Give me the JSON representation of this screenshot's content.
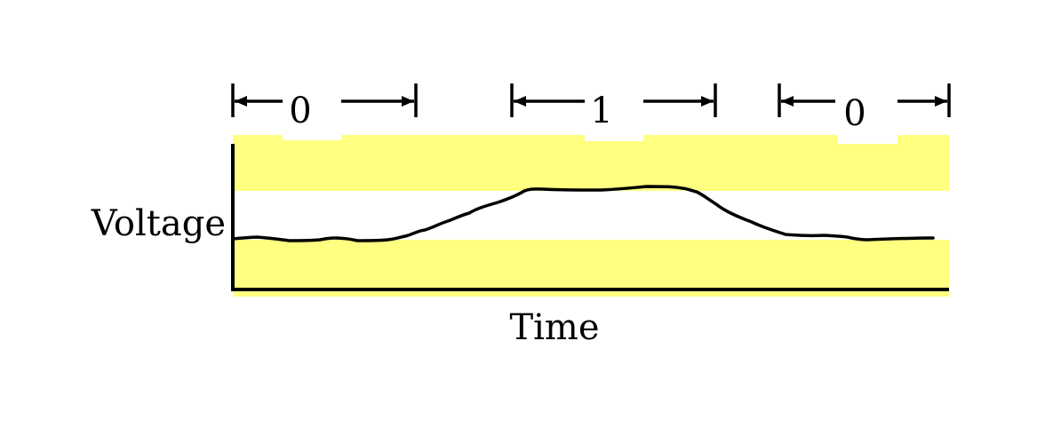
{
  "diagram": {
    "axes": {
      "y_label": "Voltage",
      "x_label": "Time"
    },
    "bits": [
      {
        "value": "0"
      },
      {
        "value": "1"
      },
      {
        "value": "0"
      }
    ],
    "colors": {
      "band": "#ffff80",
      "line": "#000000",
      "background": "#ffffff"
    }
  }
}
